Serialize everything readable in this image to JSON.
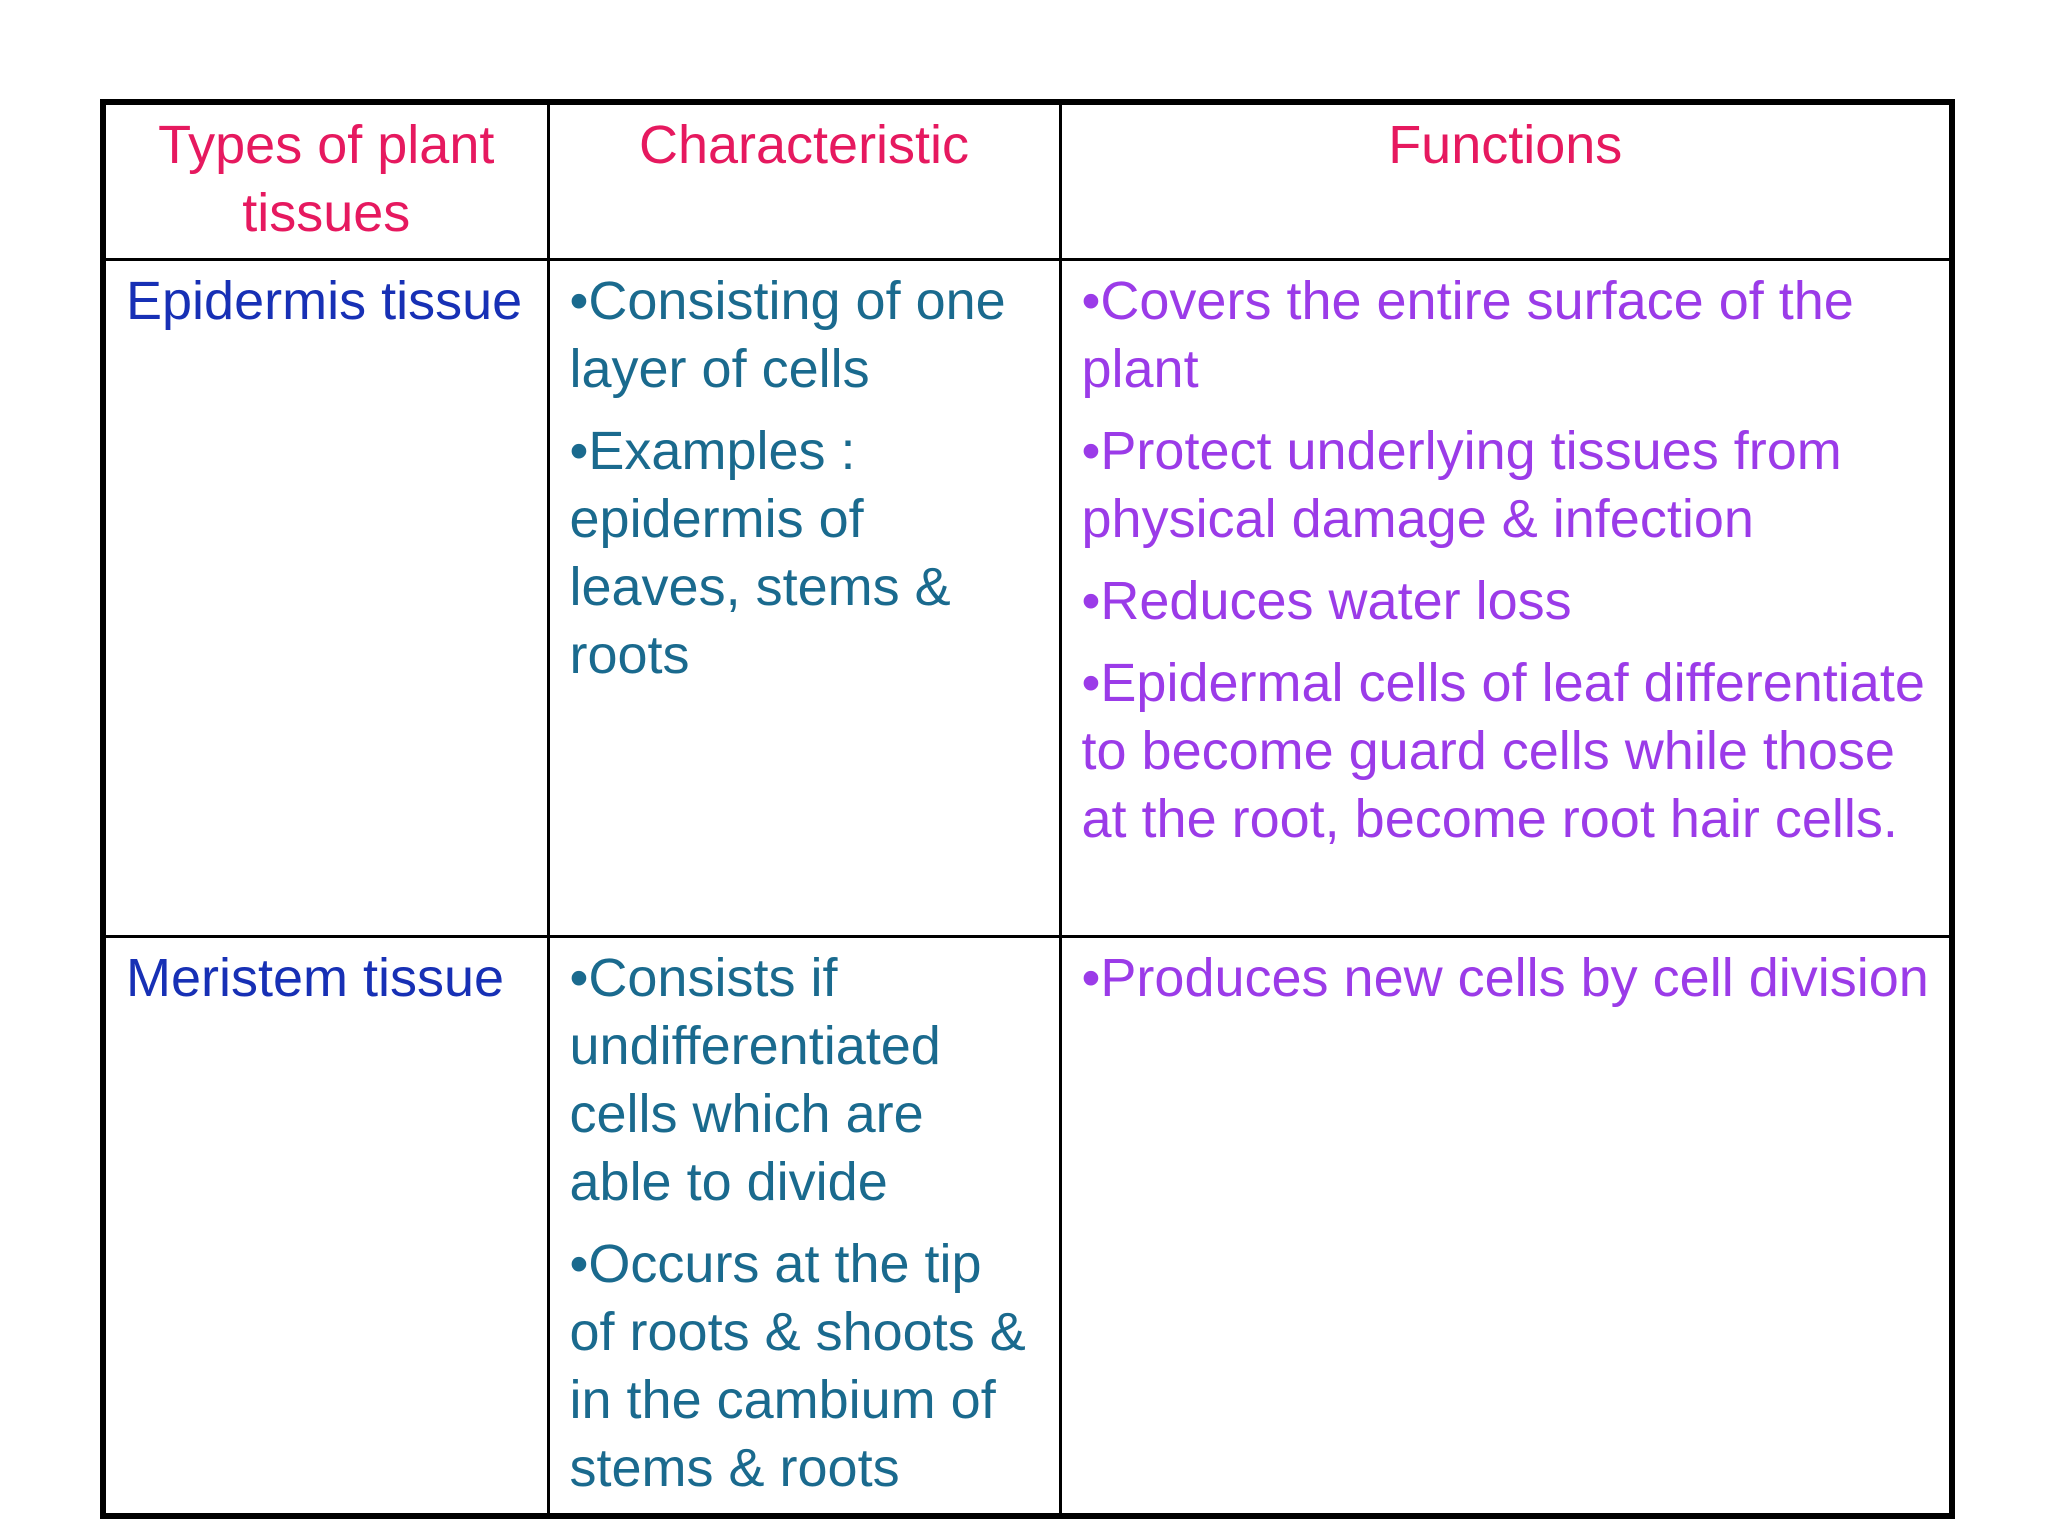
{
  "table": {
    "headers": [
      "Types of plant tissues",
      "Characteristic",
      "Functions"
    ],
    "rows": [
      {
        "tissue": "Epidermis tissue",
        "characteristics": [
          "•Consisting of one layer of cells",
          "•Examples : epidermis of leaves, stems & roots"
        ],
        "functions": [
          "•Covers the entire surface of the plant",
          "•Protect underlying tissues from physical damage & infection",
          "•Reduces water loss",
          "•Epidermal cells of leaf differentiate to become guard cells while those at the root, become root hair cells."
        ]
      },
      {
        "tissue": "Meristem tissue",
        "characteristics": [
          "•Consists if undifferentiated cells which are able to divide",
          "•Occurs at the tip of roots & shoots & in the cambium of stems & roots"
        ],
        "functions": [
          "•Produces new cells by cell division"
        ]
      }
    ]
  },
  "colors": {
    "header_text": "#e6195f",
    "tissue_text": "#1730b5",
    "characteristic_text": "#1a6a8e",
    "function_text": "#9b3be8",
    "border": "#000000"
  }
}
